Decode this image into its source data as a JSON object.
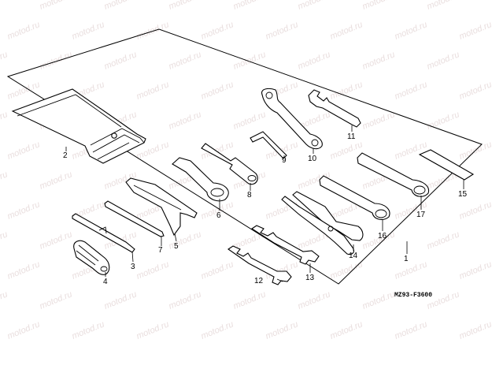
{
  "watermark": {
    "text": "motod.ru"
  },
  "diagram": {
    "code": "MZ93-F3600",
    "callouts": [
      {
        "id": "1",
        "text": "1"
      },
      {
        "id": "2",
        "text": "2"
      },
      {
        "id": "3",
        "text": "3"
      },
      {
        "id": "4",
        "text": "4"
      },
      {
        "id": "5",
        "text": "5"
      },
      {
        "id": "6",
        "text": "6"
      },
      {
        "id": "7",
        "text": "7"
      },
      {
        "id": "8",
        "text": "8"
      },
      {
        "id": "9",
        "text": "9"
      },
      {
        "id": "10",
        "text": "10"
      },
      {
        "id": "11",
        "text": "11"
      },
      {
        "id": "12",
        "text": "12"
      },
      {
        "id": "13",
        "text": "13"
      },
      {
        "id": "14",
        "text": "14"
      },
      {
        "id": "15",
        "text": "15"
      },
      {
        "id": "16",
        "text": "16"
      },
      {
        "id": "17",
        "text": "17"
      }
    ]
  }
}
